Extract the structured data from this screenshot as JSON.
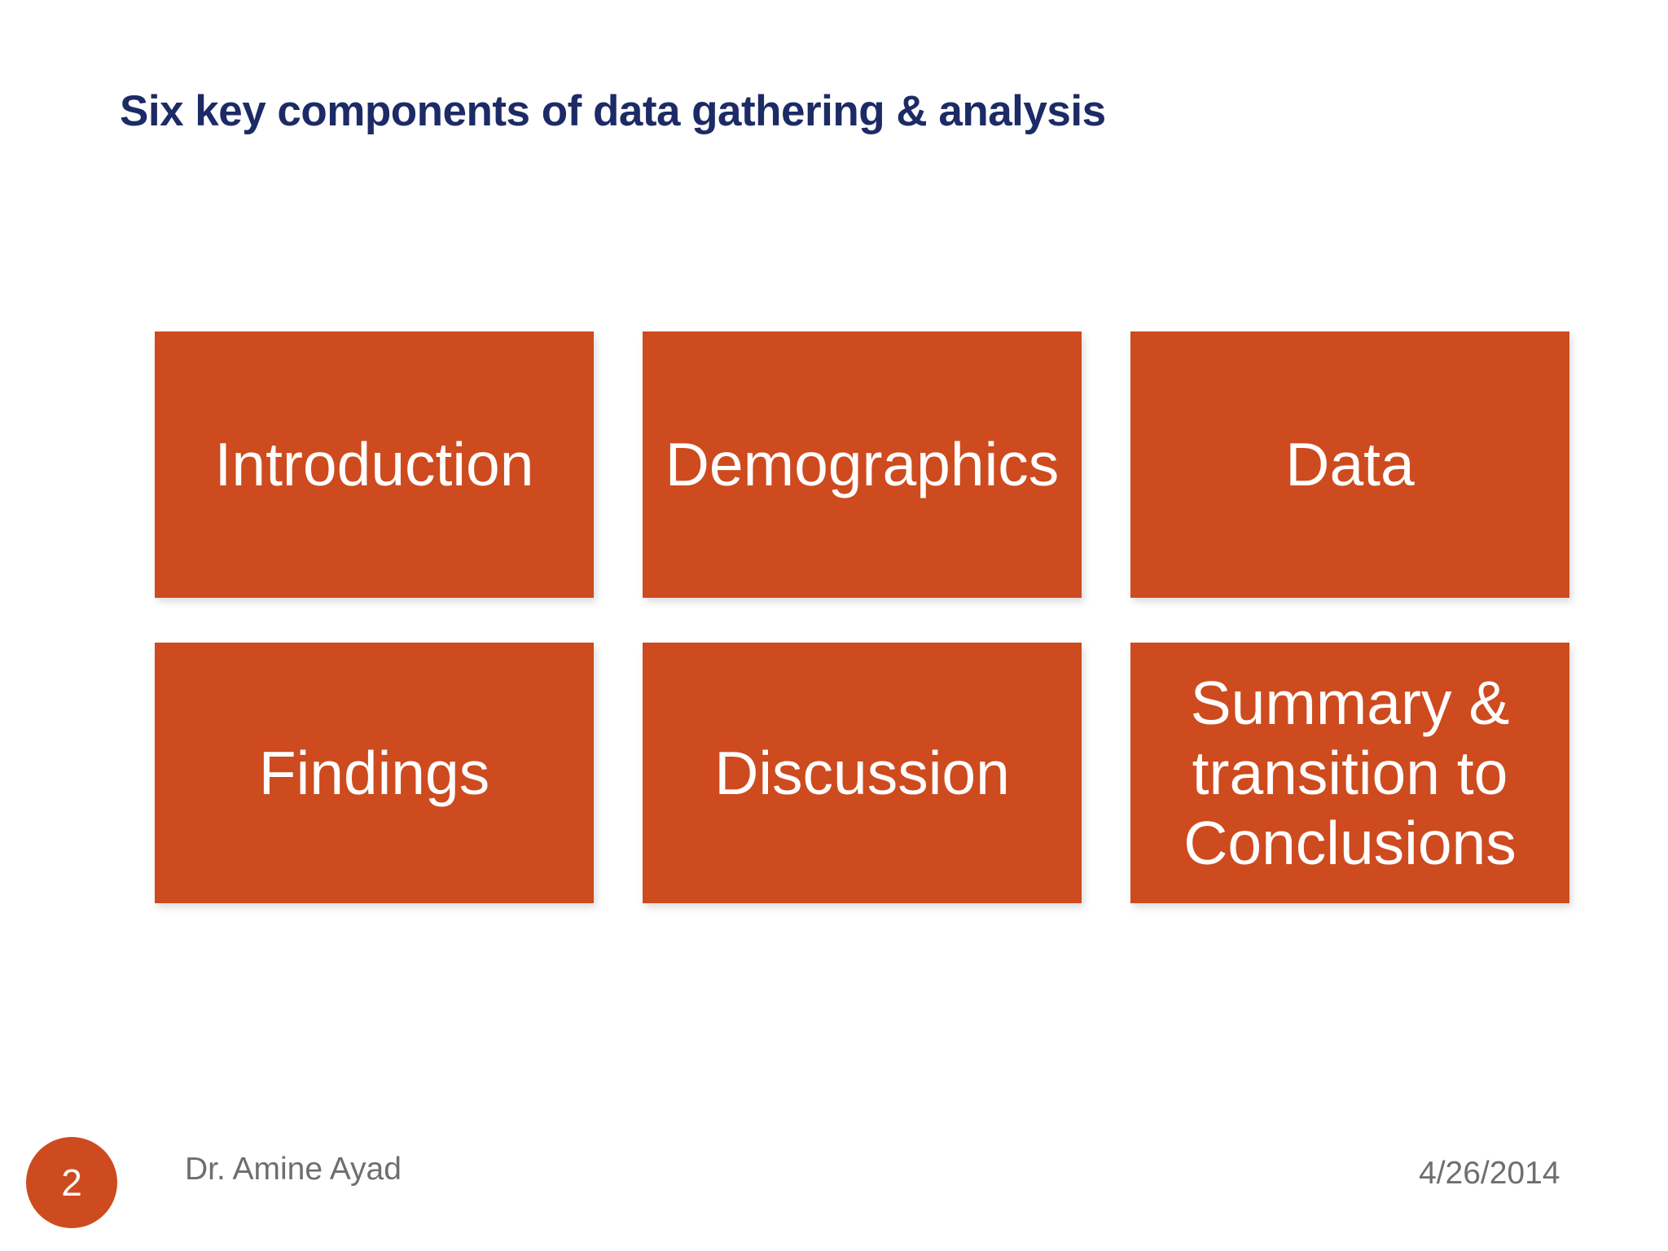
{
  "slide": {
    "title": "Six key components of data gathering & analysis",
    "boxes": [
      {
        "label": "Introduction"
      },
      {
        "label": "Demographics"
      },
      {
        "label": "Data"
      },
      {
        "label": "Findings"
      },
      {
        "label": "Discussion"
      },
      {
        "label": "Summary & transition to Conclusions"
      }
    ],
    "footer": {
      "page_number": "2",
      "author": "Dr. Amine Ayad",
      "date": "4/26/2014"
    },
    "colors": {
      "accent_orange": "#CD4B1E",
      "title_navy": "#1C2B66",
      "footer_gray": "#6E6E6E"
    }
  }
}
